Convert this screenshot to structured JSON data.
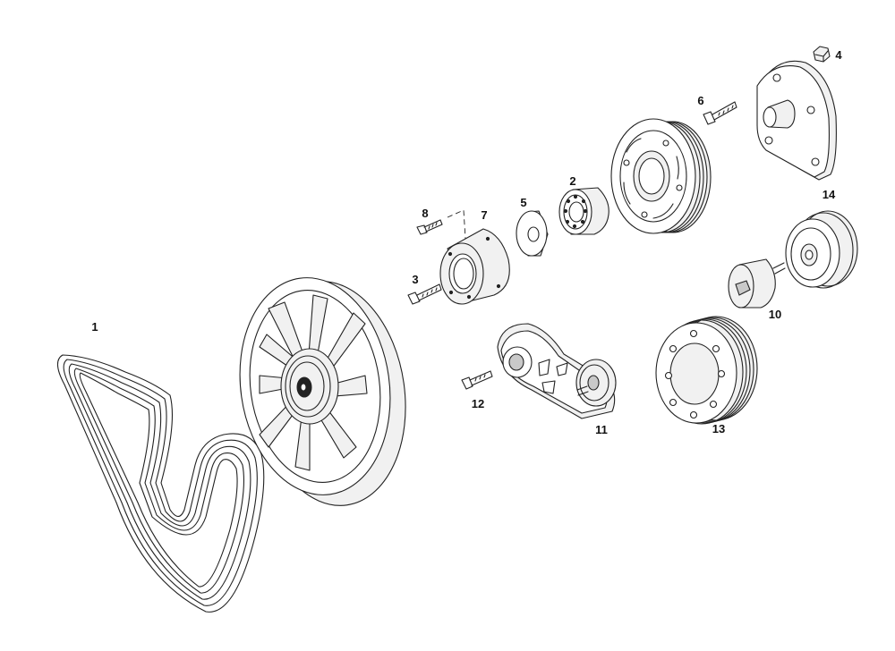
{
  "part_labels": [
    "1",
    "2",
    "3",
    "4",
    "5",
    "6",
    "7",
    "8",
    "10",
    "11",
    "12",
    "13",
    "14"
  ]
}
